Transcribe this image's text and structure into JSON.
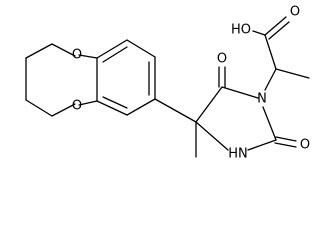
{
  "molecule": {
    "labels": {
      "ring_oxygen_top": "O",
      "ring_oxygen_bottom": "O",
      "carbonyl_oxygen_upper": "O",
      "carbonyl_oxygen_lower": "O",
      "acid_oxygen": "O",
      "hydroxyl": "HO",
      "imide_nitrogen": "N",
      "amide_nitrogen": "HN"
    }
  }
}
